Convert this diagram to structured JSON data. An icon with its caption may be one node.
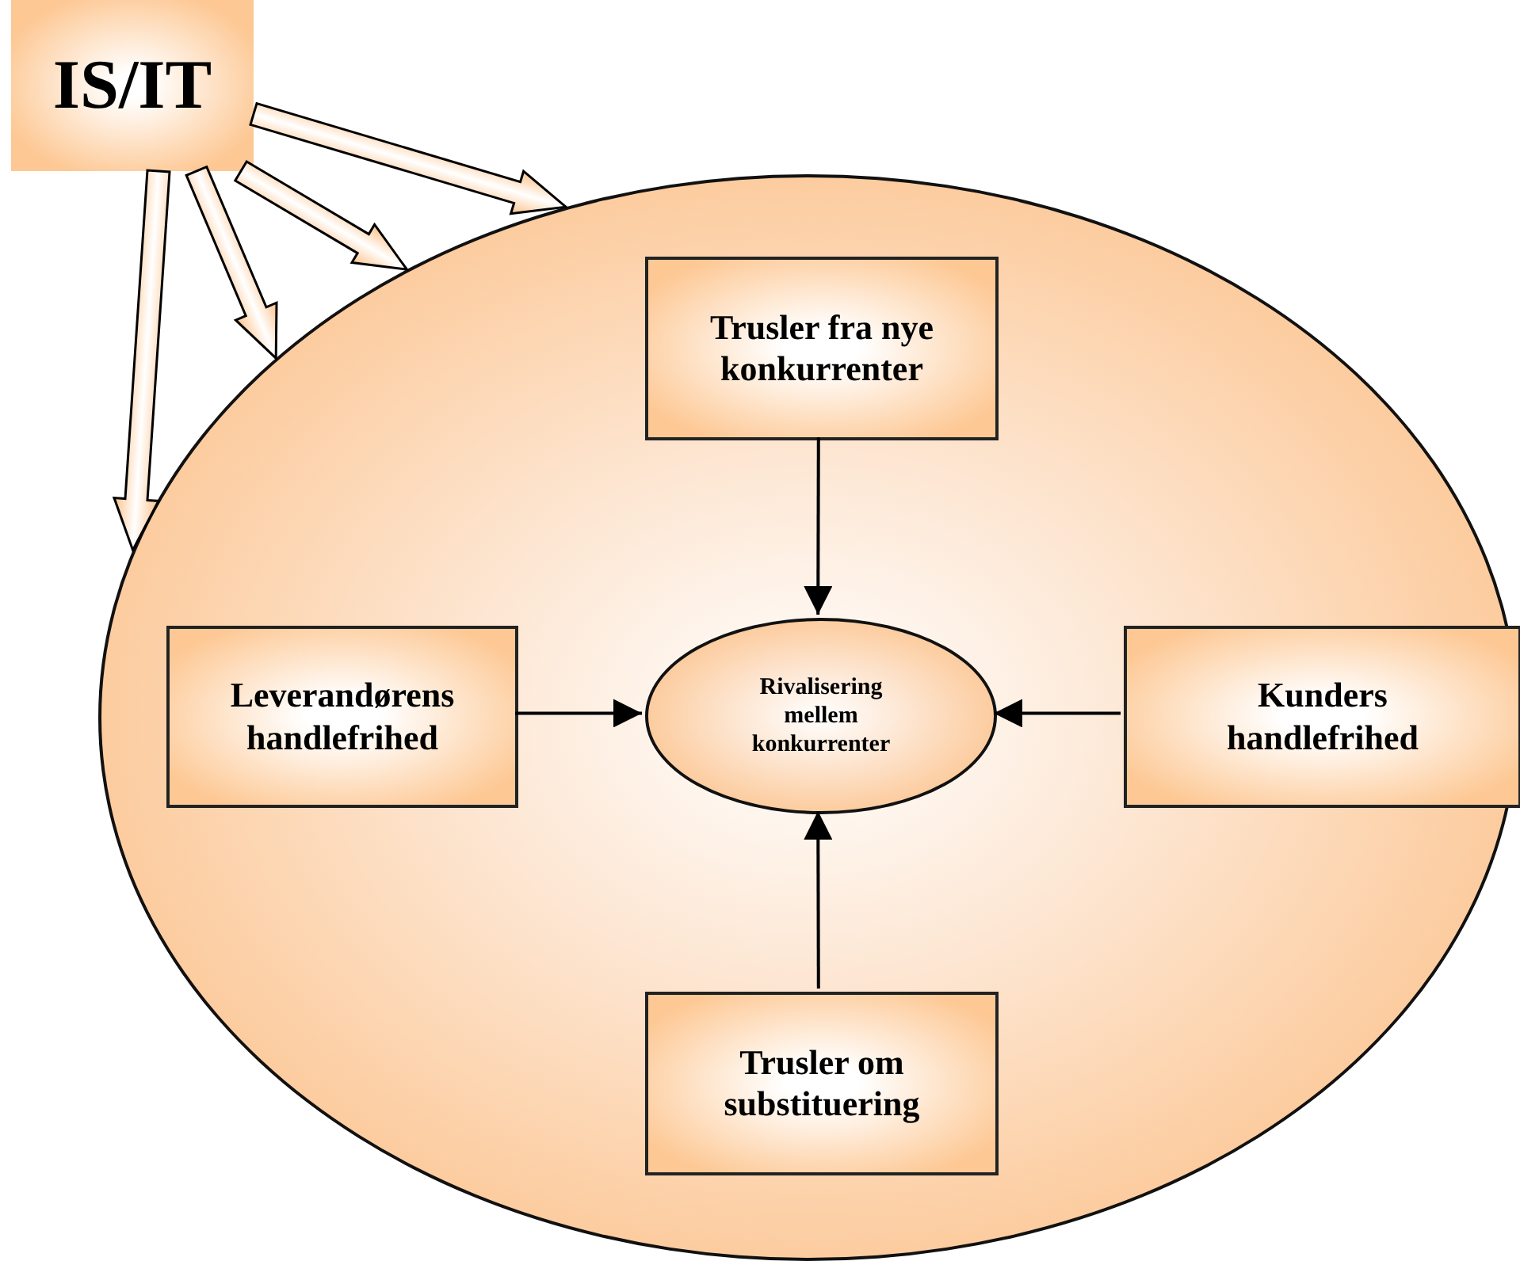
{
  "diagram": {
    "nodes": [
      {
        "text": [
          "IS/IT"
        ]
      },
      {
        "text": [],
        "shape": "ellipse"
      },
      {
        "text": [
          "Trusler fra nye konkurrenter"
        ],
        "in": 1
      },
      {
        "text": [
          "Leverandørens handlefrihed"
        ],
        "in": 1
      },
      {
        "text": [
          "Rivalisering mellem konkurrenter"
        ],
        "in": 1
      },
      {
        "text": [
          "Kunders handlefrihed"
        ],
        "in": 1
      },
      {
        "text": [
          "Trusler om substituering"
        ],
        "in": 1
      }
    ],
    "edges": [
      {
        "from": 0,
        "to": 1,
        "arrow": "to",
        "style": "thick"
      },
      {
        "from": 0,
        "to": 1,
        "arrow": "to",
        "style": "thick"
      },
      {
        "from": 0,
        "to": 1,
        "arrow": "to",
        "style": "thick"
      },
      {
        "from": 0,
        "to": 1,
        "arrow": "to",
        "style": "thick"
      },
      {
        "from": 2,
        "to": 4,
        "arrow": "to"
      },
      {
        "from": 3,
        "to": 4,
        "arrow": "to"
      },
      {
        "from": 5,
        "to": 4,
        "arrow": "to"
      },
      {
        "from": 6,
        "to": 4,
        "arrow": "to"
      }
    ]
  }
}
